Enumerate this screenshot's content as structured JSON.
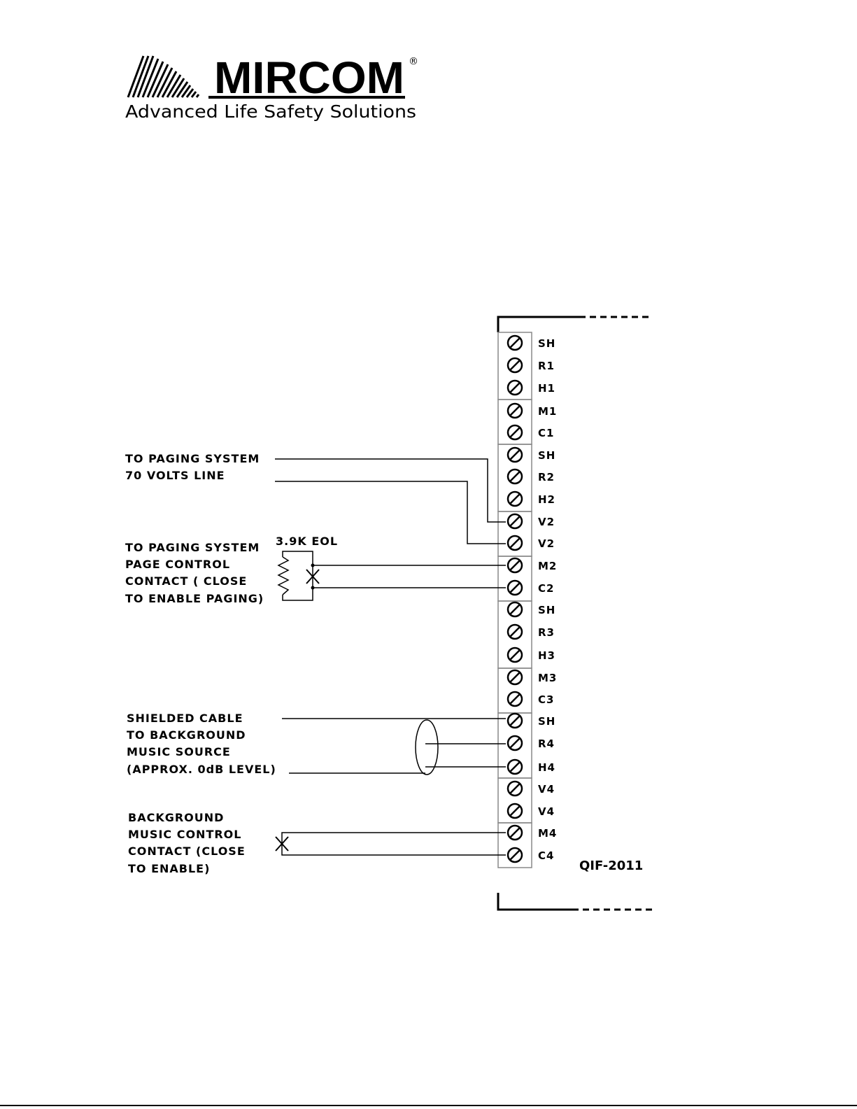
{
  "logo": {
    "brand": "MIRCOM",
    "registered": "®",
    "tagline": "Advanced Life Safety Solutions"
  },
  "board": {
    "model": "QIF-2011",
    "terminals": [
      "SH",
      "R1",
      "H1",
      "M1",
      "C1",
      "SH",
      "R2",
      "H2",
      "V2",
      "V2",
      "M2",
      "C2",
      "SH",
      "R3",
      "H3",
      "M3",
      "C3",
      "SH",
      "R4",
      "H4",
      "V4",
      "V4",
      "M4",
      "C4"
    ]
  },
  "labels": {
    "paging_line": [
      "TO PAGING SYSTEM",
      "70 VOLTS LINE"
    ],
    "resistor": "3.9K EOL",
    "page_control": [
      "TO PAGING SYSTEM",
      "PAGE CONTROL",
      "CONTACT ( CLOSE",
      "TO ENABLE PAGING)"
    ],
    "shielded_cable": [
      "SHIELDED CABLE",
      "TO BACKGROUND",
      "MUSIC SOURCE",
      "(APPROX. 0dB LEVEL)"
    ],
    "music_control": [
      "BACKGROUND",
      "MUSIC CONTROL",
      "CONTACT (CLOSE",
      "TO ENABLE)"
    ]
  }
}
